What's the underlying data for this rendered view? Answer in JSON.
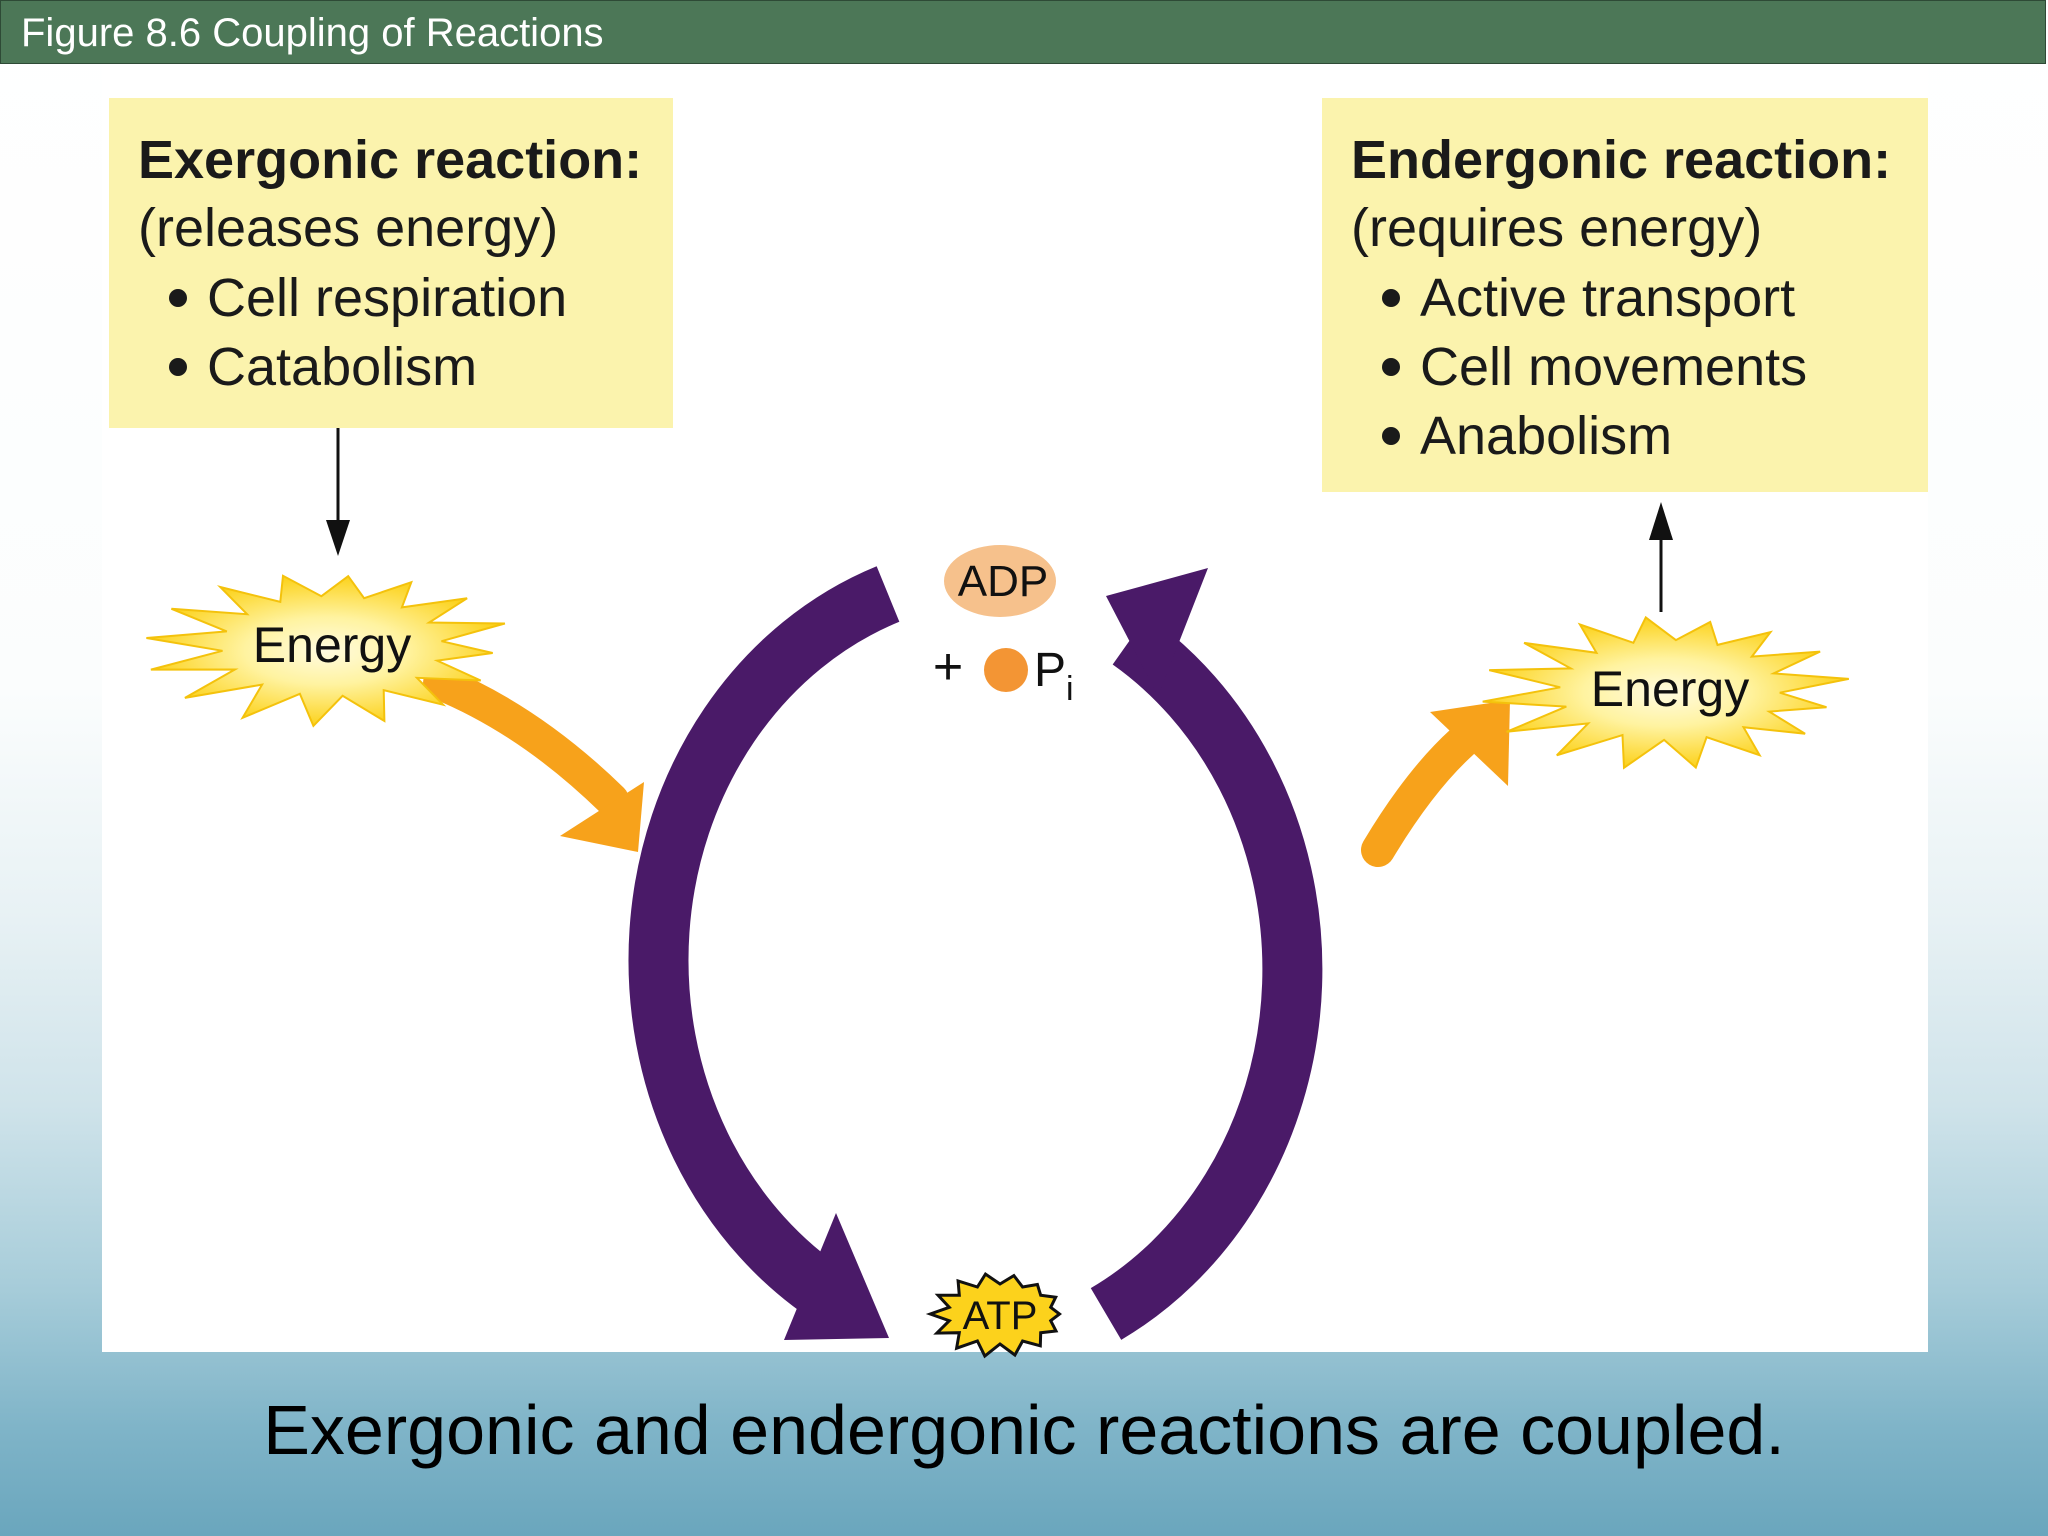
{
  "slide_title": "Figure 8.6 Coupling of Reactions",
  "exergonic": {
    "heading": "Exergonic reaction:",
    "subtitle": "(releases energy)",
    "items": [
      "Cell respiration",
      "Catabolism"
    ]
  },
  "endergonic": {
    "heading": "Endergonic reaction:",
    "subtitle": "(requires energy)",
    "items": [
      "Active transport",
      "Cell movements",
      "Anabolism"
    ]
  },
  "cycle": {
    "adp_label": "ADP",
    "plus": "+",
    "pi_main": "P",
    "pi_sub": "i",
    "atp_label": "ATP"
  },
  "energy_left_label": "Energy",
  "energy_right_label": "Energy",
  "caption": "Exergonic and endergonic reactions are coupled.",
  "colors": {
    "title_bar": "#4c7757",
    "box_fill": "#fbf3ad",
    "cycle_arrow": "#4a1a68",
    "energy_arrow": "#f7a21b",
    "energy_burst": "#fcd21c",
    "adp_oval": "#f6c18c",
    "phosphate": "#f39534"
  }
}
